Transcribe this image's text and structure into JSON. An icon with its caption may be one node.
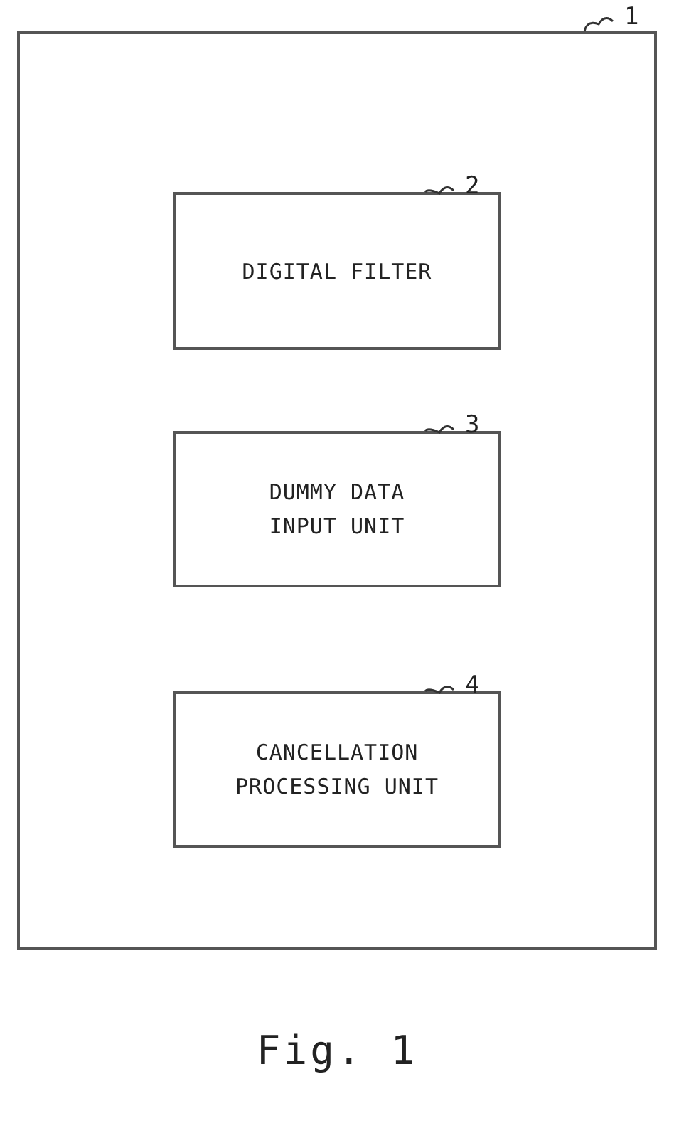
{
  "diagram": {
    "caption": "Fig. 1",
    "nodes": [
      {
        "text": [],
        "shape": "box"
      },
      {
        "text": [
          "1"
        ]
      },
      {
        "text": [
          "DIGITAL FILTER"
        ],
        "in": 0
      },
      {
        "text": [
          "2"
        ],
        "in": 0
      },
      {
        "text": [
          "DUMMY DATA INPUT UNIT"
        ],
        "in": 0
      },
      {
        "text": [
          "3"
        ],
        "in": 0
      },
      {
        "text": [
          "CANCELLATION PROCESSING UNIT"
        ],
        "in": 0
      },
      {
        "text": [
          "4"
        ],
        "in": 0
      }
    ],
    "edges": [
      {
        "from": 1,
        "to": 0,
        "arrow": "none"
      },
      {
        "from": 3,
        "to": 2,
        "arrow": "none"
      },
      {
        "from": 5,
        "to": 4,
        "arrow": "none"
      },
      {
        "from": 7,
        "to": 6,
        "arrow": "none"
      }
    ]
  }
}
